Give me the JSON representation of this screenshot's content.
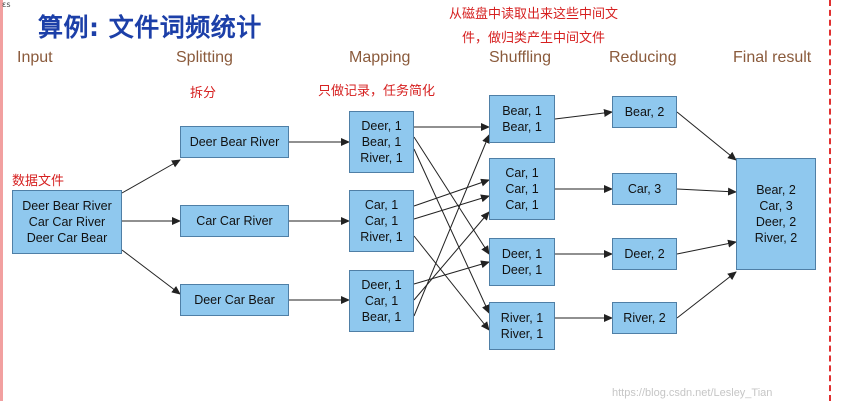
{
  "title": "算例: 文件词频统计",
  "corner_mark": "ɛs",
  "watermark": "https://blog.csdn.net/Lesley_Tian",
  "stages": {
    "input": "Input",
    "splitting": "Splitting",
    "mapping": "Mapping",
    "shuffling": "Shuffling",
    "reducing": "Reducing",
    "final": "Final result"
  },
  "annotations": {
    "input_note": "数据文件",
    "split_note": "拆分",
    "map_note": "只做记录，任务简化",
    "shuffle_note_line1": "从磁盘中读取出来这些中间文",
    "shuffle_note_line2": "件，做归类产生中间文件"
  },
  "input_box": [
    "Deer Bear River",
    "Car Car River",
    "Deer Car Bear"
  ],
  "split_boxes": [
    "Deer Bear River",
    "Car Car River",
    "Deer Car Bear"
  ],
  "map_boxes": [
    [
      "Deer, 1",
      "Bear, 1",
      "River, 1"
    ],
    [
      "Car, 1",
      "Car, 1",
      "River, 1"
    ],
    [
      "Deer, 1",
      "Car, 1",
      "Bear, 1"
    ]
  ],
  "shuffle_boxes": [
    [
      "Bear, 1",
      "Bear, 1"
    ],
    [
      "Car, 1",
      "Car, 1",
      "Car, 1"
    ],
    [
      "Deer, 1",
      "Deer, 1"
    ],
    [
      "River, 1",
      "River, 1"
    ]
  ],
  "reduce_boxes": [
    "Bear, 2",
    "Car, 3",
    "Deer, 2",
    "River, 2"
  ],
  "final_box": [
    "Bear, 2",
    "Car, 3",
    "Deer, 2",
    "River, 2"
  ],
  "colors": {
    "box_fill": "#8fc8ee",
    "box_border": "#4f7fa6",
    "title": "#1c3fa8",
    "stage_label": "#8a5a3b",
    "note": "#d62020",
    "arrow": "#222222"
  }
}
